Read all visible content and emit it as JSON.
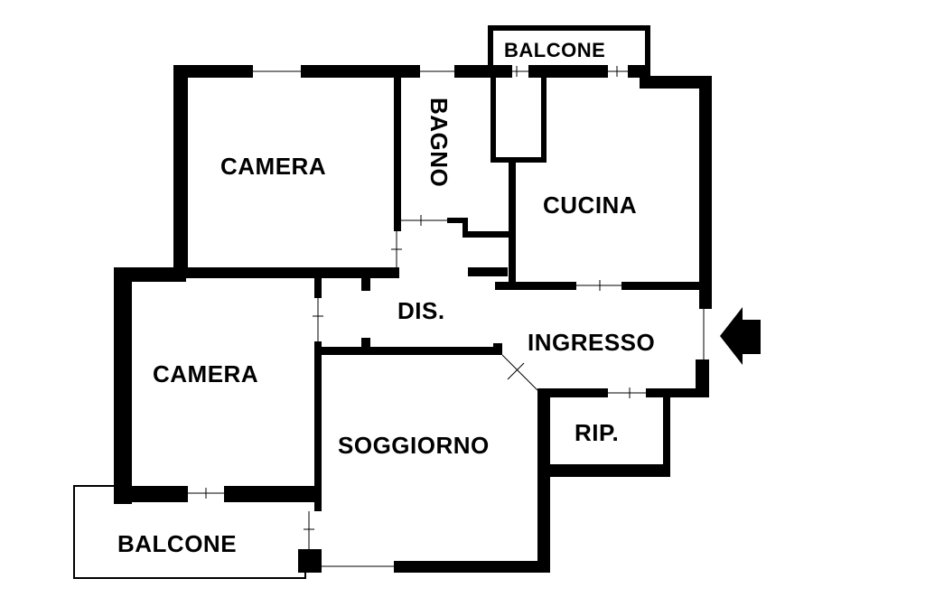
{
  "rooms": {
    "camera_top": "CAMERA",
    "bagno": "BAGNO",
    "cucina": "CUCINA",
    "balcone_top": "BALCONE",
    "dis": "DIS.",
    "ingresso": "INGRESSO",
    "camera_left": "CAMERA",
    "soggiorno": "SOGGIORNO",
    "rip": "RIP.",
    "balcone_bottom": "BALCONE"
  },
  "colors": {
    "wall": "#000000",
    "background": "#ffffff"
  },
  "icons": {
    "entrance": "entrance-arrow-icon"
  }
}
